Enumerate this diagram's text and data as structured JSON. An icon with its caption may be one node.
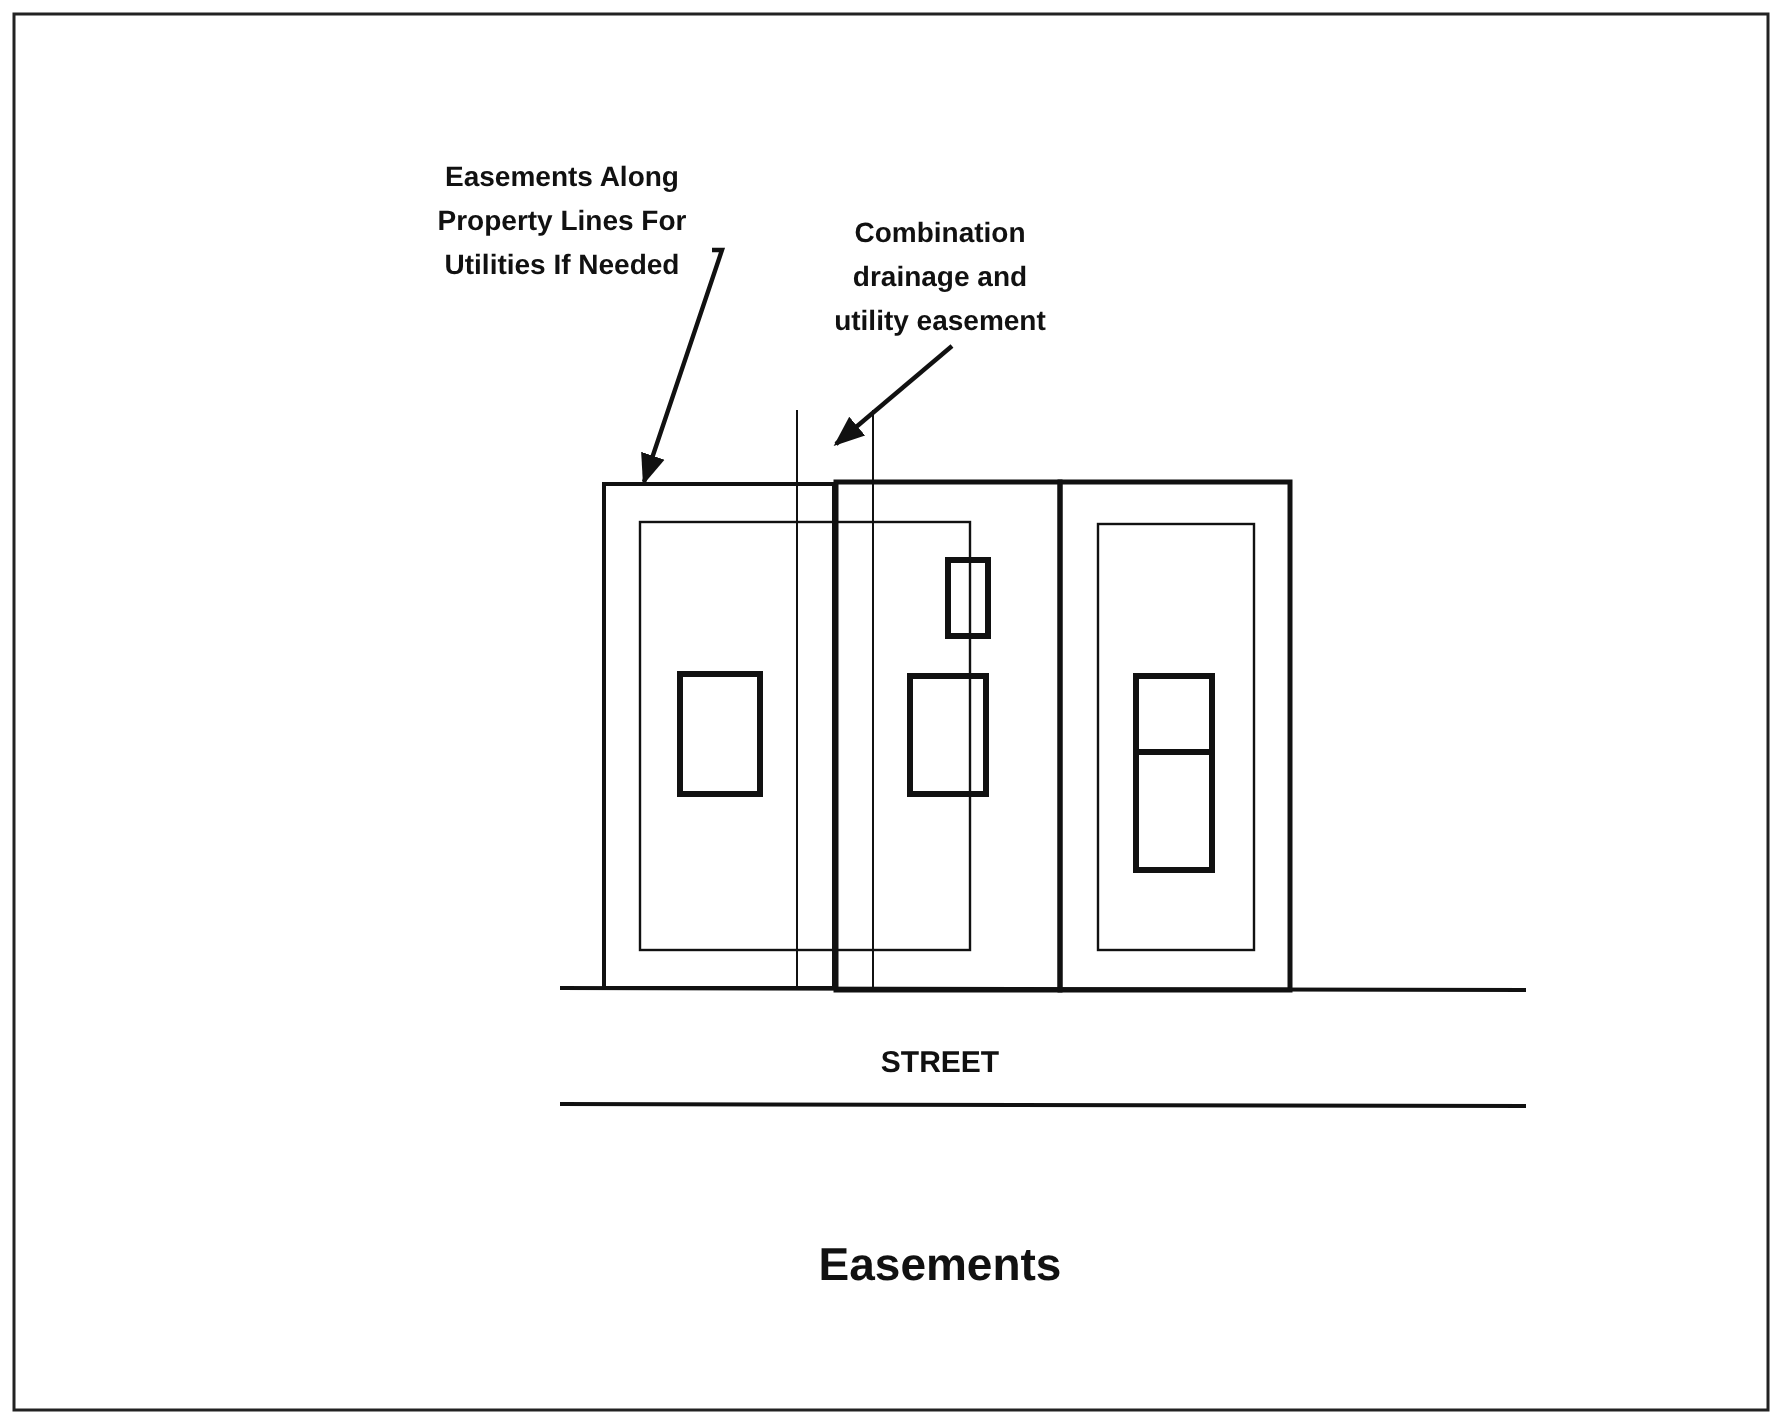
{
  "diagram": {
    "caption": "Easements",
    "nodes": [
      {
        "text": [
          "Easements Along Property Lines For Utilities If Needed"
        ]
      },
      {
        "text": [],
        "shape": "box"
      },
      {
        "text": [
          "Combination drainage and utility easement"
        ]
      },
      {
        "text": [],
        "shape": "box"
      }
    ],
    "edges": [
      {
        "from": 0,
        "to": 1,
        "arrow": "to"
      },
      {
        "from": 2,
        "to": 3,
        "arrow": "to"
      }
    ],
    "labels": [
      "STREET"
    ]
  }
}
